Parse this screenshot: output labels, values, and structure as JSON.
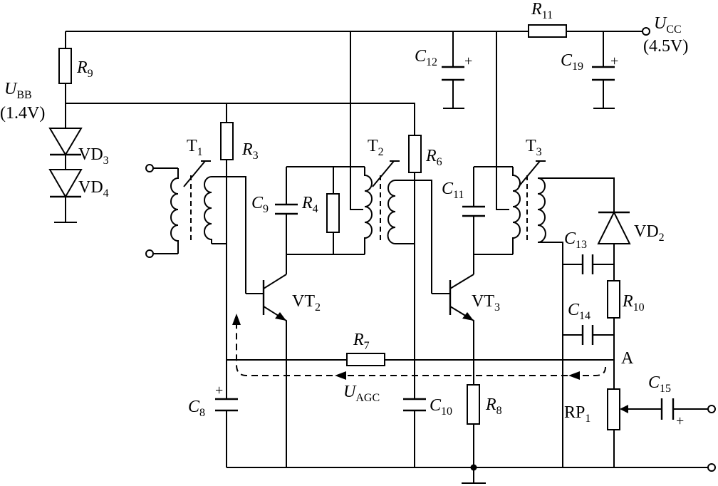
{
  "labels": {
    "ucc": {
      "main": "U",
      "sub": "CC"
    },
    "ucc_value": "(4.5V)",
    "ubb": {
      "main": "U",
      "sub": "BB"
    },
    "ubb_value": "(1.4V)",
    "uagc": {
      "main": "U",
      "sub": "AGC"
    },
    "node_a": "A"
  },
  "components": [
    {
      "id": "R11",
      "main": "R",
      "sub": "11"
    },
    {
      "id": "R9",
      "main": "R",
      "sub": "9"
    },
    {
      "id": "R3",
      "main": "R",
      "sub": "3"
    },
    {
      "id": "R4",
      "main": "R",
      "sub": "4"
    },
    {
      "id": "R6",
      "main": "R",
      "sub": "6"
    },
    {
      "id": "R7",
      "main": "R",
      "sub": "7"
    },
    {
      "id": "R8",
      "main": "R",
      "sub": "8"
    },
    {
      "id": "R10",
      "main": "R",
      "sub": "10"
    },
    {
      "id": "C8",
      "main": "C",
      "sub": "8"
    },
    {
      "id": "C9",
      "main": "C",
      "sub": "9"
    },
    {
      "id": "C10",
      "main": "C",
      "sub": "10"
    },
    {
      "id": "C11",
      "main": "C",
      "sub": "11"
    },
    {
      "id": "C12",
      "main": "C",
      "sub": "12"
    },
    {
      "id": "C13",
      "main": "C",
      "sub": "13"
    },
    {
      "id": "C14",
      "main": "C",
      "sub": "14"
    },
    {
      "id": "C15",
      "main": "C",
      "sub": "15"
    },
    {
      "id": "C19",
      "main": "C",
      "sub": "19"
    },
    {
      "id": "T1",
      "main": "T",
      "sub": "1"
    },
    {
      "id": "T2",
      "main": "T",
      "sub": "2"
    },
    {
      "id": "T3",
      "main": "T",
      "sub": "3"
    },
    {
      "id": "VT2",
      "main": "VT",
      "sub": "2"
    },
    {
      "id": "VT3",
      "main": "VT",
      "sub": "3"
    },
    {
      "id": "VD2",
      "main": "VD",
      "sub": "2"
    },
    {
      "id": "VD3",
      "main": "VD",
      "sub": "3"
    },
    {
      "id": "VD4",
      "main": "VD",
      "sub": "4"
    },
    {
      "id": "RP1",
      "main": "RP",
      "sub": "1"
    }
  ],
  "polarity": "+"
}
